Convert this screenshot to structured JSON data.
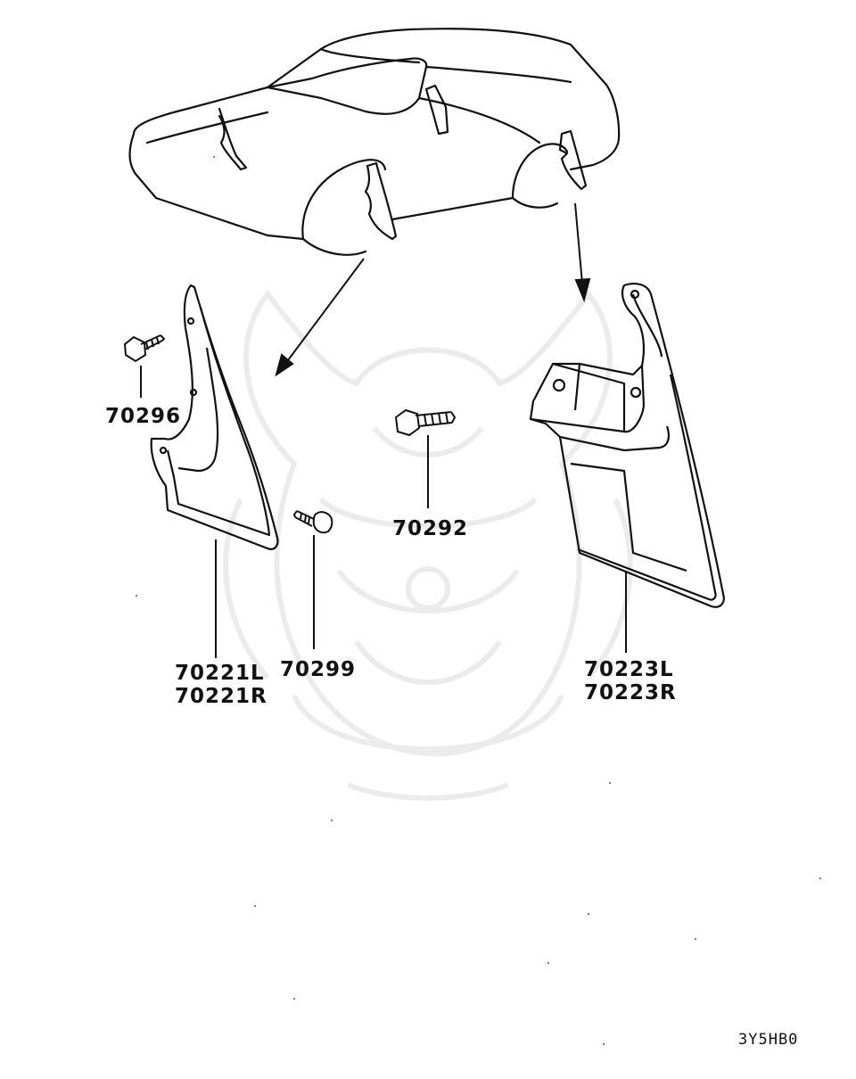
{
  "labels": {
    "p70296": "70296",
    "p70292": "70292",
    "p70221L": "70221L",
    "p70221R": "70221R",
    "p70299": "70299",
    "p70223L": "70223L",
    "p70223R": "70223R"
  },
  "ref_code": "3Y5HB0",
  "watermark": "samurai-helmet-logo"
}
